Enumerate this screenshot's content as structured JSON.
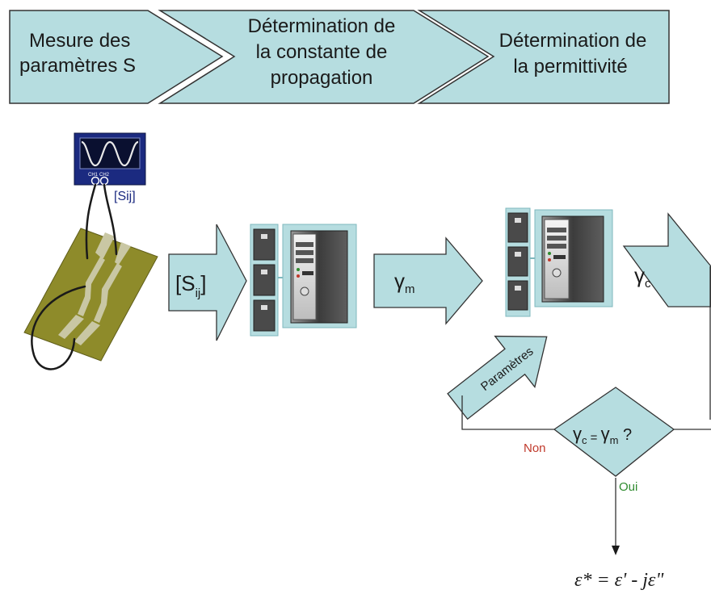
{
  "steps": [
    {
      "line1": "Mesure des",
      "line2": "paramètres S"
    },
    {
      "line1": "Détermination de",
      "line2": "la constante de",
      "line3": "propagation"
    },
    {
      "line1": "Détermination de",
      "line2": "la permittivité"
    }
  ],
  "instrument": {
    "ch1": "CH1",
    "ch2": "CH2",
    "sij_label": "[Sij]"
  },
  "arrows": {
    "sij": {
      "main": "[S",
      "sub": "ij",
      "end": "]"
    },
    "gamma_m": {
      "main": "γ",
      "sub": "m"
    },
    "gamma_c": {
      "main": "γ",
      "sub": "c"
    },
    "parametres": "Paramètres"
  },
  "decision": {
    "g1": "γ",
    "s1": "c",
    "eq": " = ",
    "g2": "γ",
    "s2": "m",
    "q": " ?",
    "no_label": "Non",
    "yes_label": "Oui"
  },
  "result": "ε* = ε' - jε\"",
  "colors": {
    "arrow_fill": "#b6dde0",
    "border": "#333333",
    "non": "#c0392b",
    "oui": "#2e8b2e",
    "board": "#8e8b2a",
    "trace": "#c9c7a4",
    "screen": "#1b2a80",
    "wave": "#e8e8e8",
    "sij_text": "#1b2a80"
  }
}
